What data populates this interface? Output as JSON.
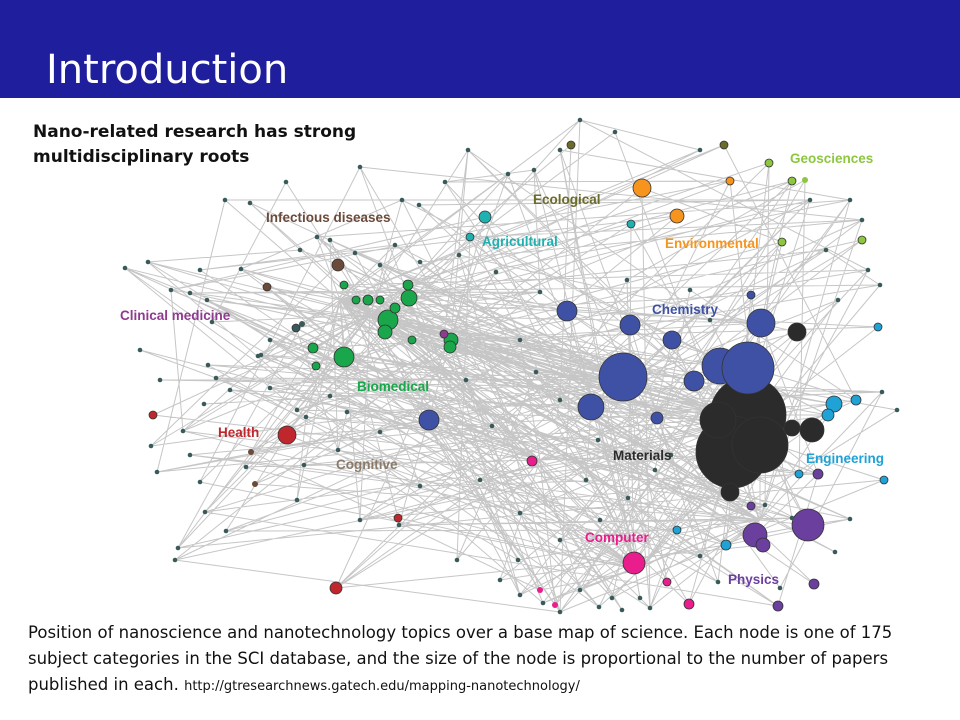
{
  "slide": {
    "title": "Introduction",
    "subtitle": "Nano-related research has strong multidisciplinary roots",
    "caption": "Position of nanoscience and nanotechnology topics over a base map of science. Each node is one of 175 subject categories in the SCI database, and the size of the node is proportional to the number of papers published in each.",
    "url": "http://gtresearchnews.gatech.edu/mapping-nanotechnology/"
  },
  "map": {
    "labels": {
      "geosciences": "Geosciences",
      "ecological": "Ecological",
      "infectious": "Infectious diseases",
      "agricultural": "Agricultural",
      "environmental": "Environmental",
      "clinical": "Clinical medicine",
      "chemistry": "Chemistry",
      "biomedical": "Biomedical",
      "health": "Health",
      "cognitive": "Cognitive",
      "materials": "Materials",
      "engineering": "Engineering",
      "computer": "Computer",
      "physics": "Physics"
    },
    "colors": {
      "header": "#1f1f9e",
      "edge": "#c6c6c6",
      "small_node": "#3a5a5a",
      "geosciences": "#8dc63f",
      "ecological": "#6b6b2a",
      "infectious": "#6b4a3a",
      "agricultural": "#1fb0b0",
      "environmental": "#f7941d",
      "clinical": "#8e3a8e",
      "chemistry": "#3f51a5",
      "biomedical": "#1aa64b",
      "health": "#c0272d",
      "cognitive": "#8a7a6a",
      "materials": "#2b2b2b",
      "engineering": "#1fa3d6",
      "computer": "#e91e8c",
      "physics": "#6a3f9e"
    }
  }
}
